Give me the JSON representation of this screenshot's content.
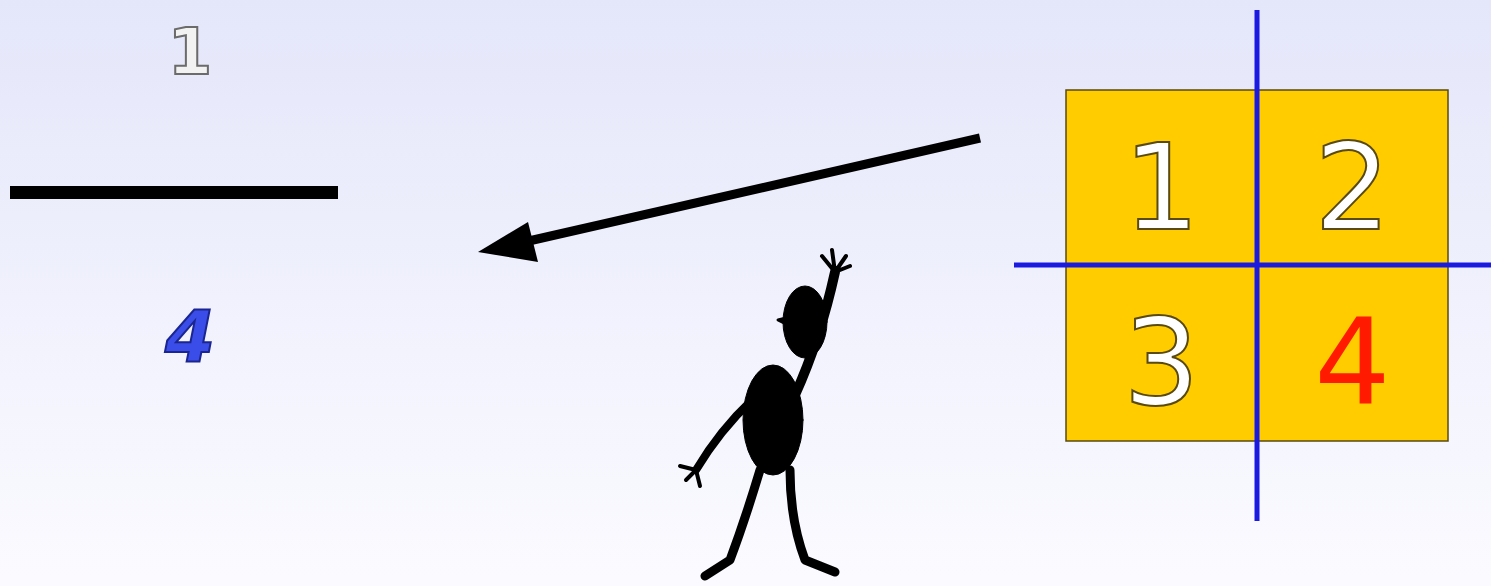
{
  "diagram": {
    "nodes": [
      {
        "text": [
          "1"
        ]
      },
      {
        "text": [
          "2"
        ]
      },
      {
        "text": [
          "3"
        ]
      },
      {
        "text": [
          "4"
        ]
      }
    ],
    "labels": [
      "1",
      "4"
    ]
  }
}
